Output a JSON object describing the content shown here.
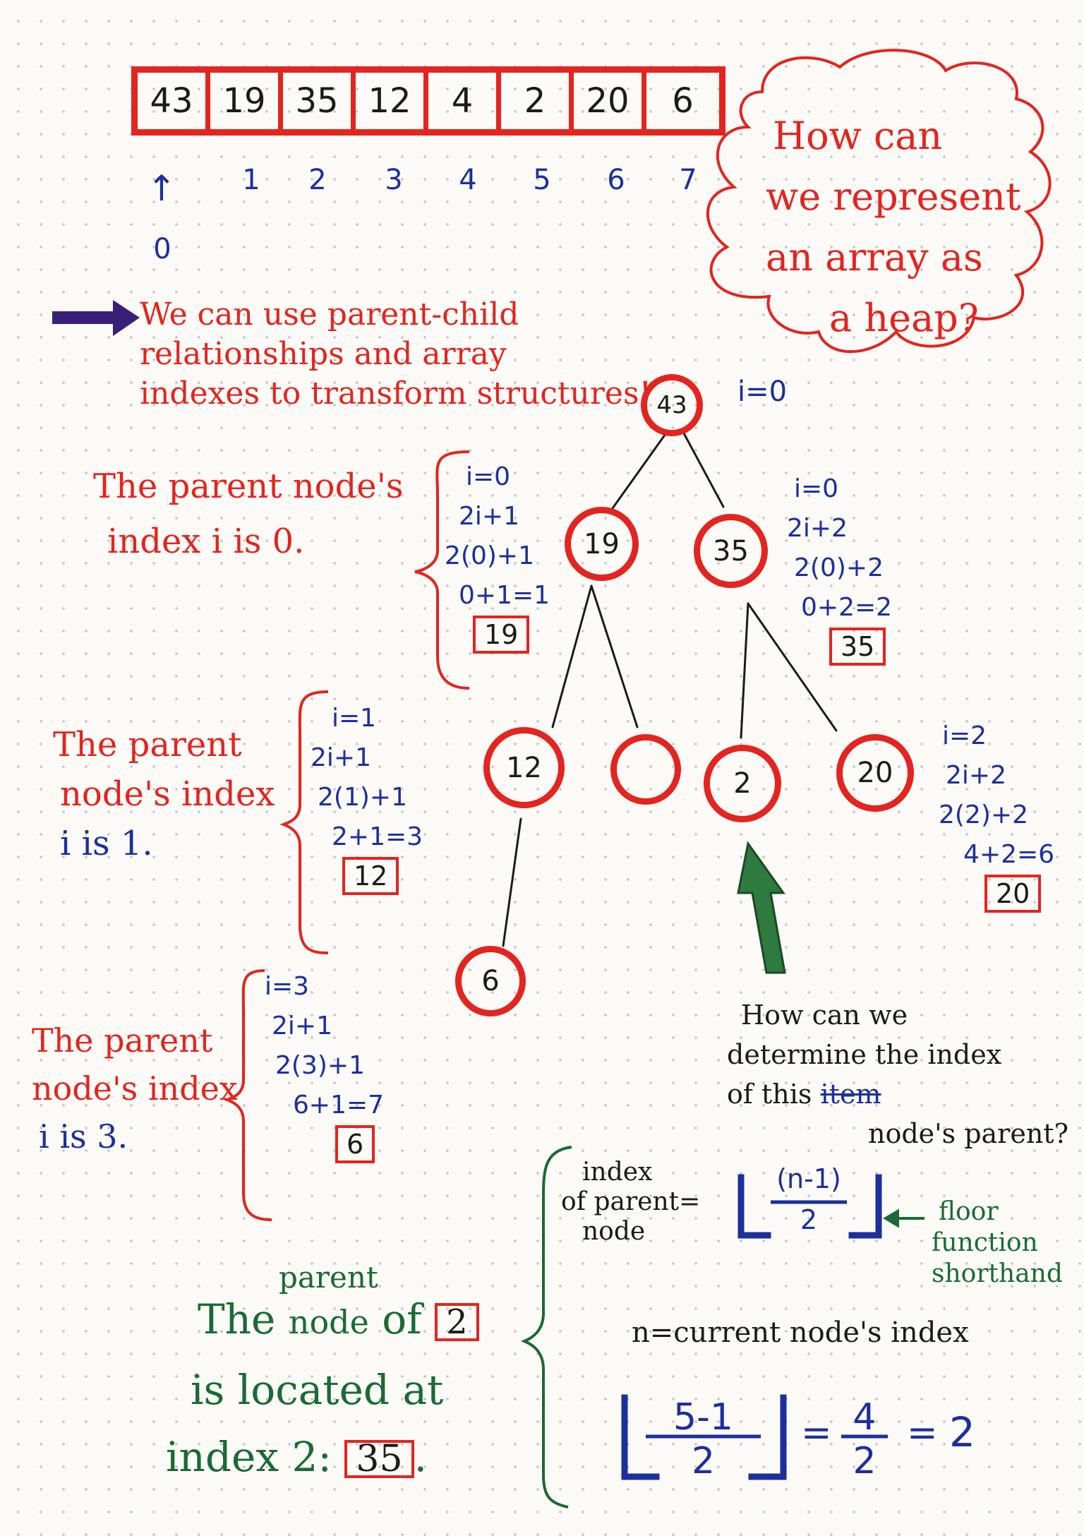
{
  "array": {
    "values": [
      "43",
      "19",
      "35",
      "12",
      "4",
      "2",
      "20",
      "6"
    ],
    "indexes": [
      "0",
      "1",
      "2",
      "3",
      "4",
      "5",
      "6",
      "7"
    ],
    "arrow": "↑"
  },
  "cloud": {
    "lines": [
      "How can",
      "we represent",
      "an array as",
      "a heap?"
    ]
  },
  "intro": {
    "lines": [
      "We can use parent-child",
      "relationships and array",
      "indexes to transform structures!"
    ]
  },
  "tree": {
    "root": "43",
    "root_index": "i=0",
    "n19": "19",
    "n35": "35",
    "n12": "12",
    "n_empty": "",
    "n2": "2",
    "n20": "20",
    "n6": "6"
  },
  "calc_left_0": {
    "lines": [
      "i=0",
      "2i+1",
      "2(0)+1",
      "0+1=1"
    ],
    "result": "19"
  },
  "calc_right_0": {
    "lines": [
      "i=0",
      "2i+2",
      "2(0)+2",
      "0+2=2"
    ],
    "result": "35"
  },
  "calc_1": {
    "lines": [
      "i=1",
      "2i+1",
      "2(1)+1",
      "2+1=3"
    ],
    "result": "12"
  },
  "calc_2": {
    "lines": [
      "i=2",
      "2i+2",
      "2(2)+2",
      "4+2=6"
    ],
    "result": "20"
  },
  "calc_3": {
    "lines": [
      "i=3",
      "2i+1",
      "2(3)+1",
      "6+1=7"
    ],
    "result": "6"
  },
  "notes": {
    "parent0": [
      "The parent node's",
      "index i is 0."
    ],
    "parent1": [
      "The parent",
      "node's index",
      "i is 1."
    ],
    "parent3": [
      "The parent",
      "node's index",
      "i is 3."
    ]
  },
  "question": {
    "lines": [
      "How can we",
      "determine the index",
      "of this",
      "node's parent?"
    ],
    "struck": "item"
  },
  "formula": {
    "label": [
      "index",
      "of parent=",
      "node"
    ],
    "numerator": "(n-1)",
    "denominator": "2",
    "arrow_note": [
      "floor",
      "function",
      "shorthand"
    ],
    "n_def": "n=current node's index",
    "ex_num": "5-1",
    "ex_den": "2",
    "eq1": "=",
    "frac2_num": "4",
    "frac2_den": "2",
    "eq2": "=",
    "result": "2"
  },
  "conclusion": {
    "small": "parent",
    "line1a": "The",
    "line1b": "node",
    "line1c": "of",
    "box1": "2",
    "line2": "is located at",
    "line3": "index 2:",
    "box2": "35",
    "dot": "."
  },
  "colors": {
    "red": "#e3241f",
    "blue": "#1c2f9e",
    "green": "#1a6a35",
    "purple": "#3a1f7a"
  }
}
